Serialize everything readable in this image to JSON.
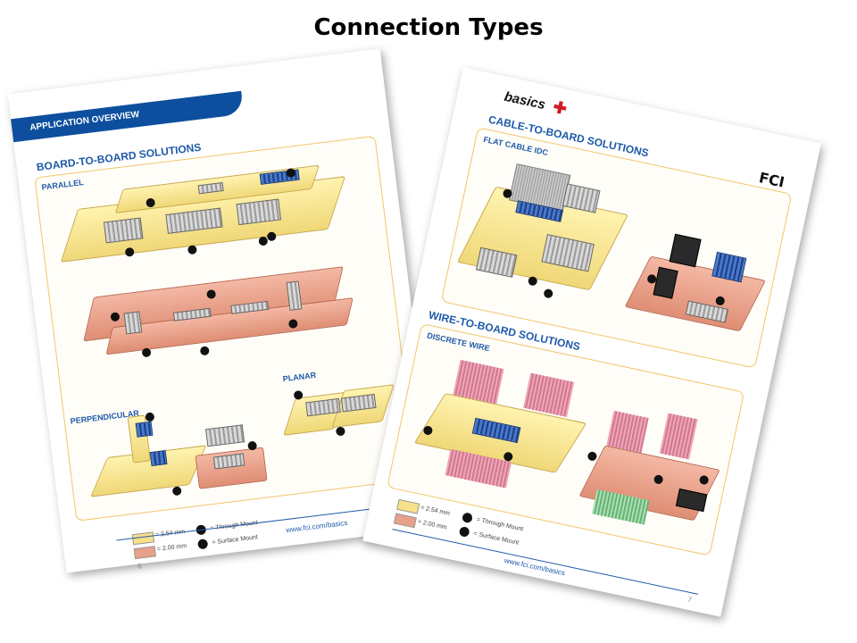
{
  "slide": {
    "title": "Connection Types"
  },
  "left_page": {
    "banner": "APPLICATION OVERVIEW",
    "section_title": "BOARD-TO-BOARD SOLUTIONS",
    "subsections": {
      "parallel": "PARALLEL",
      "perpendicular": "PERPENDICULAR",
      "planar": "PLANAR"
    },
    "legend": {
      "swatch_yellow_label": "= 2.54 mm",
      "swatch_pink_label": "= 2.00 mm",
      "through_mount_label": "= Through Mount",
      "surface_mount_label": "= Surface Mount",
      "colors": {
        "yellow": "#f7e08a",
        "pink": "#e8a08a"
      }
    },
    "footer_url": "www.fci.com/basics",
    "page_number": "6"
  },
  "right_page": {
    "logo_text": "basics",
    "brand_logo": "FCI",
    "section_cable": "CABLE-TO-BOARD SOLUTIONS",
    "sub_flat": "FLAT CABLE IDC",
    "section_wire": "WIRE-TO-BOARD SOLUTIONS",
    "sub_discrete": "DISCRETE WIRE",
    "legend": {
      "swatch_yellow_label": "= 2.54 mm",
      "swatch_pink_label": "= 2.00 mm",
      "through_mount_label": "= Through Mount",
      "surface_mount_label": "= Surface Mount"
    },
    "footer_url": "www.fci.com/basics",
    "page_number": "7"
  },
  "colors": {
    "accent_blue": "#1e5aa8",
    "banner_blue": "#0d4f9e",
    "panel_border": "#f2c56a",
    "logo_red": "#d01c24"
  }
}
